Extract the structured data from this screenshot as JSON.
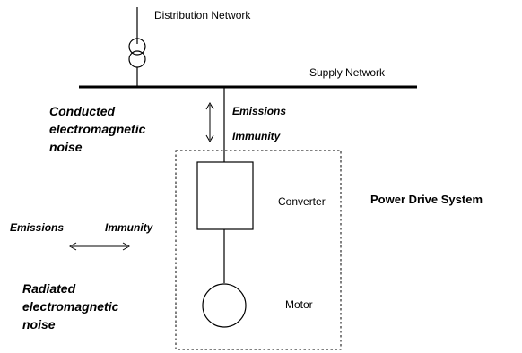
{
  "diagram": {
    "labels": {
      "distribution_network": "Distribution Network",
      "supply_network": "Supply Network",
      "power_drive_system": "Power Drive System",
      "converter": "Converter",
      "motor": "Motor",
      "emissions_conducted": "Emissions",
      "immunity_conducted": "Immunity",
      "emissions_radiated": "Emissions",
      "immunity_radiated": "Immunity"
    },
    "noise": {
      "conducted": [
        "Conducted",
        "electromagnetic",
        "noise"
      ],
      "radiated": [
        "Radiated",
        "electromagnetic",
        "noise"
      ]
    }
  }
}
